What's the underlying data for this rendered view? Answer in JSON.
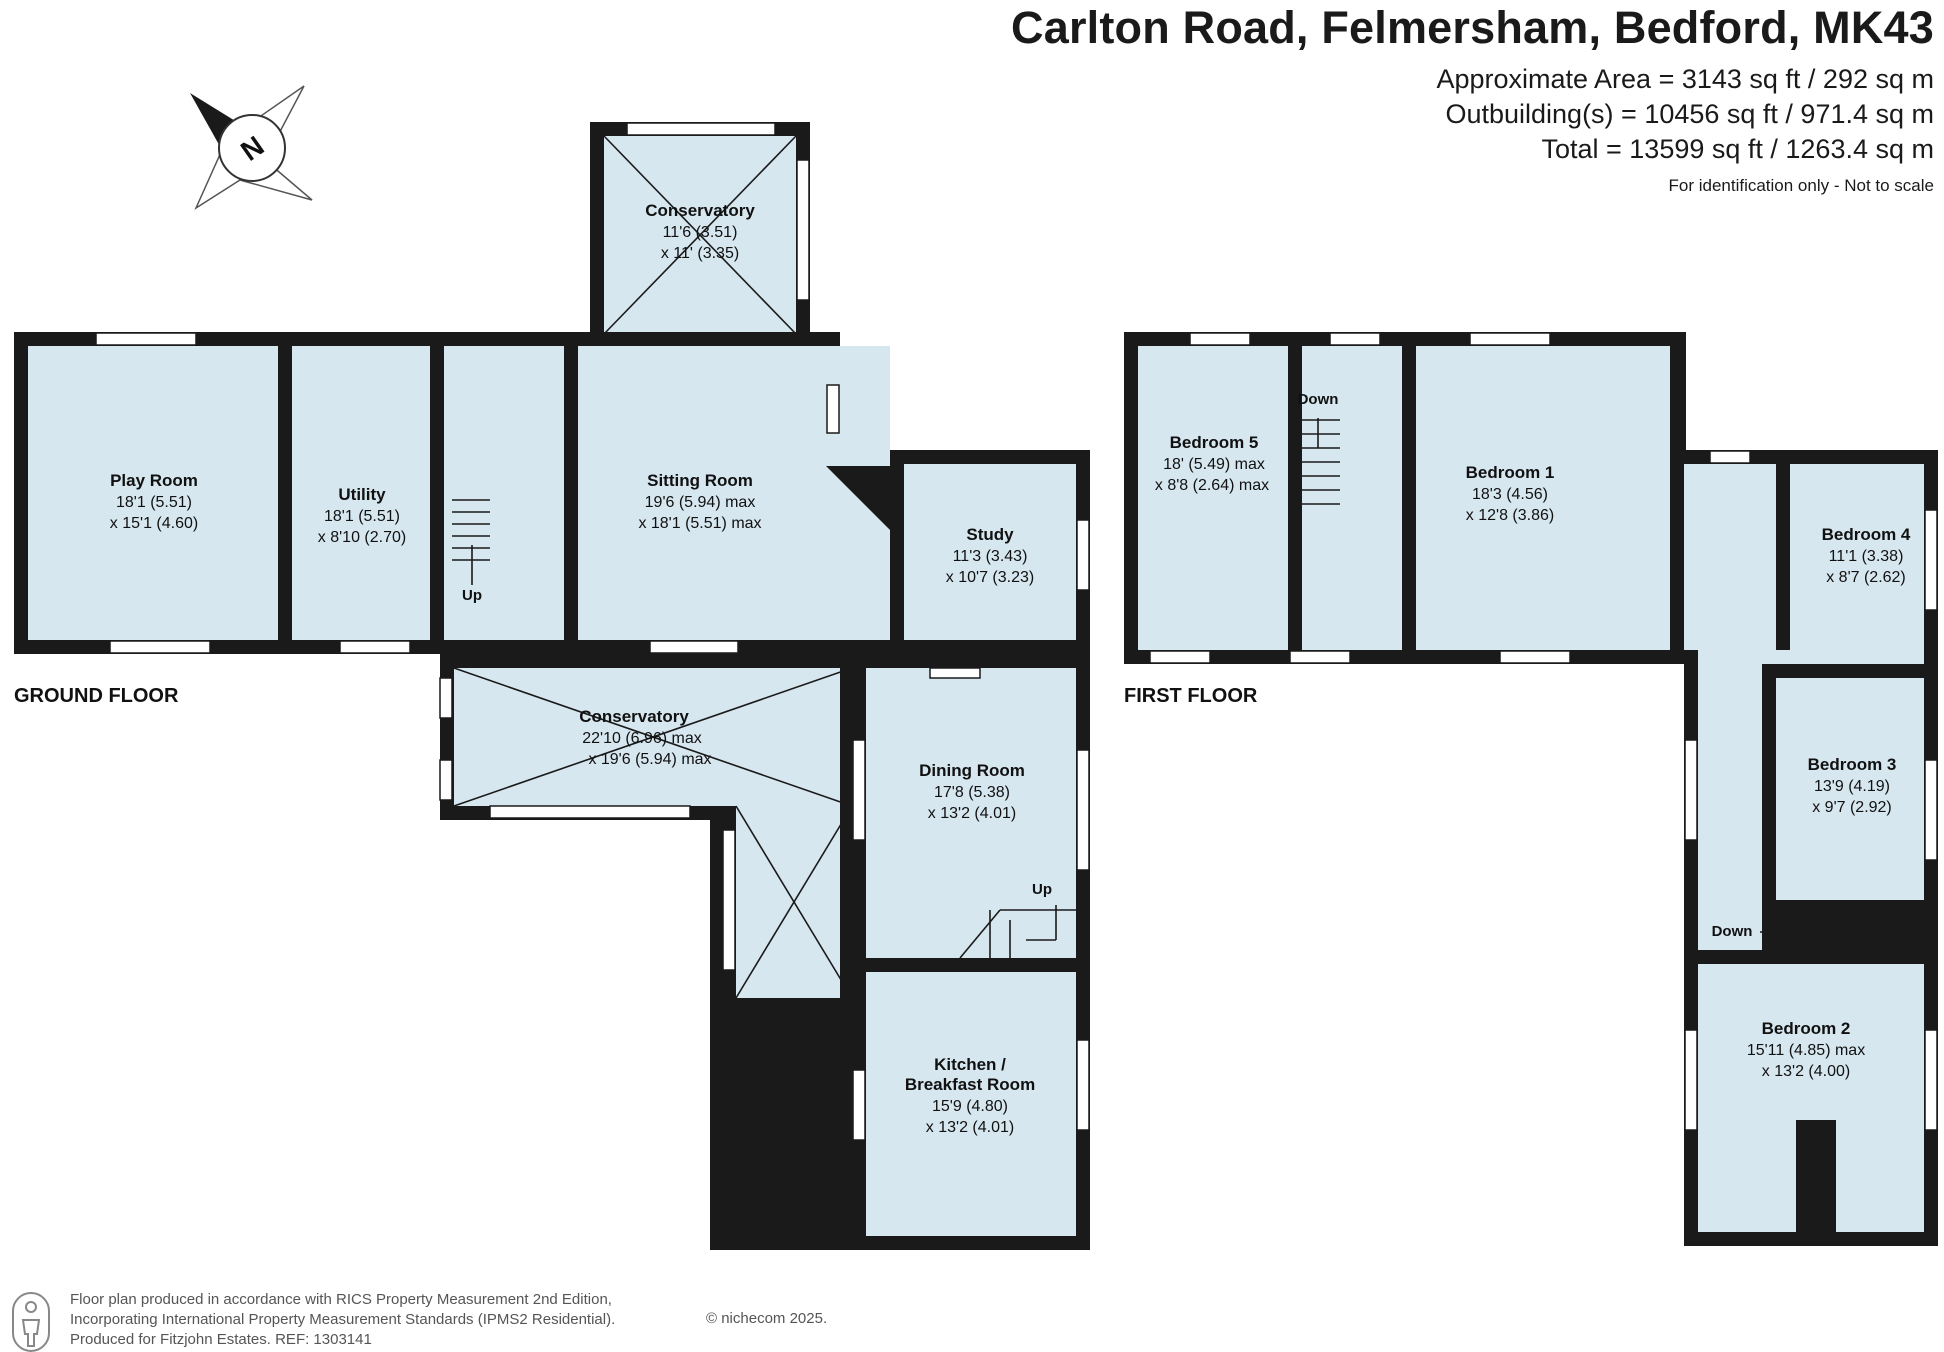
{
  "header": {
    "title": "Carlton Road, Felmersham, Bedford, MK43",
    "area_lines": [
      "Approximate Area = 3143 sq ft / 292 sq m",
      "Outbuilding(s) = 10456 sq ft / 971.4 sq m",
      "Total = 13599 sq ft / 1263.4 sq m"
    ],
    "note": "For identification only - Not to scale"
  },
  "compass": {
    "label": "N"
  },
  "floors": {
    "ground": "GROUND FLOOR",
    "first": "FIRST FLOOR"
  },
  "ground_rooms": {
    "conservatory_top": {
      "name": "Conservatory",
      "dim1": "11'6 (3.51)",
      "dim2": "x 11' (3.35)"
    },
    "play_room": {
      "name": "Play Room",
      "dim1": "18'1 (5.51)",
      "dim2": "x 15'1 (4.60)"
    },
    "utility": {
      "name": "Utility",
      "dim1": "18'1 (5.51)",
      "dim2": "x 8'10 (2.70)"
    },
    "sitting_room": {
      "name": "Sitting Room",
      "dim1": "19'6 (5.94) max",
      "dim2": "x 18'1 (5.51) max"
    },
    "study": {
      "name": "Study",
      "dim1": "11'3 (3.43)",
      "dim2": "x 10'7 (3.23)"
    },
    "conservatory_main": {
      "name": "Conservatory",
      "dim1": "22'10 (6.96) max",
      "dim2": "x 19'6 (5.94) max"
    },
    "dining_room": {
      "name": "Dining Room",
      "dim1": "17'8 (5.38)",
      "dim2": "x 13'2 (4.01)"
    },
    "kitchen": {
      "name1": "Kitchen /",
      "name2": "Breakfast Room",
      "dim1": "15'9 (4.80)",
      "dim2": "x 13'2 (4.01)"
    }
  },
  "first_rooms": {
    "bedroom5": {
      "name": "Bedroom 5",
      "dim1": "18' (5.49) max",
      "dim2": "x 8'8 (2.64) max"
    },
    "bedroom1": {
      "name": "Bedroom 1",
      "dim1": "18'3 (4.56)",
      "dim2": "x 12'8 (3.86)"
    },
    "bedroom4": {
      "name": "Bedroom 4",
      "dim1": "11'1 (3.38)",
      "dim2": "x 8'7 (2.62)"
    },
    "bedroom3": {
      "name": "Bedroom 3",
      "dim1": "13'9 (4.19)",
      "dim2": "x 9'7 (2.92)"
    },
    "bedroom2": {
      "name": "Bedroom 2",
      "dim1": "15'11 (4.85) max",
      "dim2": "x 13'2 (4.00)"
    }
  },
  "stairs": {
    "up": "Up",
    "down": "Down"
  },
  "footer": {
    "lines": [
      "Floor plan produced in accordance with RICS Property Measurement 2nd Edition,",
      "Incorporating International Property Measurement Standards (IPMS2 Residential).",
      "Produced for Fitzjohn Estates.   REF:  1303141"
    ],
    "copyright": "© nichecom 2025."
  }
}
